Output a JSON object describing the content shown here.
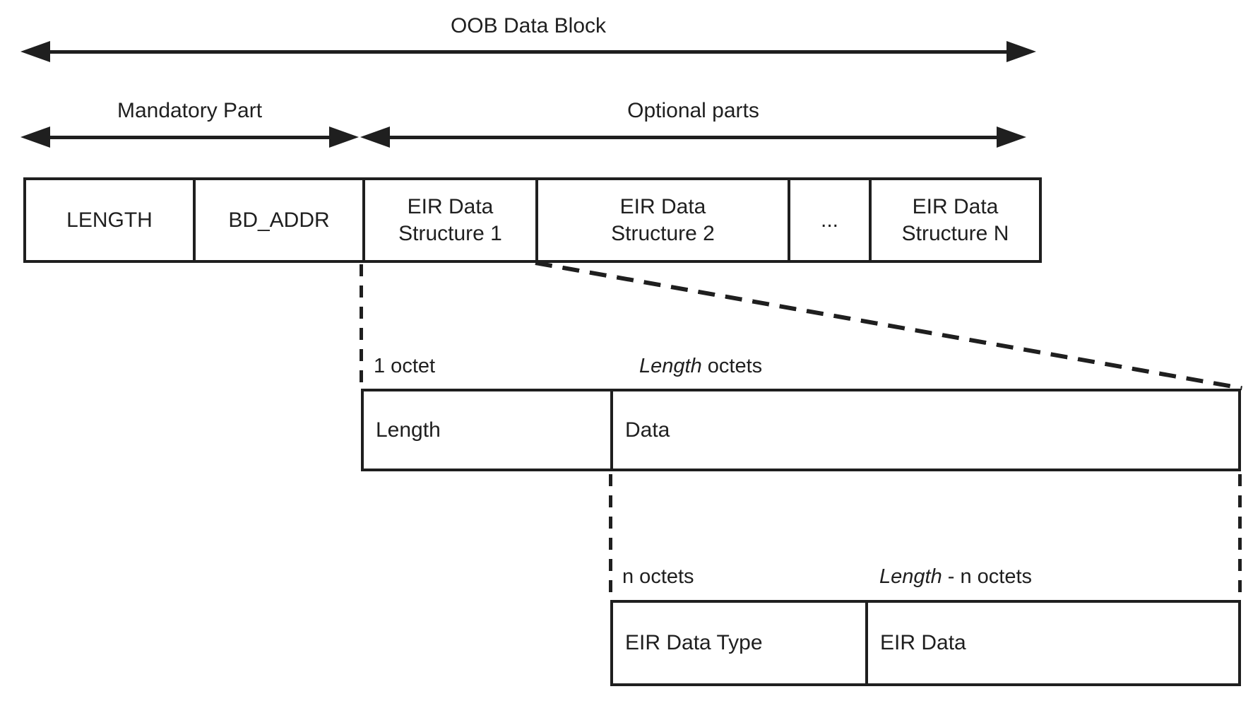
{
  "colors": {
    "ink": "#1f1f1f",
    "paper": "#ffffff"
  },
  "header": {
    "oob_label": "OOB Data Block",
    "mandatory_label": "Mandatory Part",
    "optional_label": "Optional parts"
  },
  "oob_table": {
    "cells": [
      {
        "line1": "LENGTH"
      },
      {
        "line1": "BD_ADDR"
      },
      {
        "line1": "EIR Data",
        "line2": "Structure 1"
      },
      {
        "line1": "EIR Data",
        "line2": "Structure 2"
      },
      {
        "line1": "..."
      },
      {
        "line1": "EIR Data",
        "line2": "Structure N"
      }
    ]
  },
  "eir_structure_table": {
    "left_size_label": "1 octet",
    "right_size_label_italic": "Length",
    "right_size_label_rest": " octets",
    "cells": [
      {
        "label": "Length"
      },
      {
        "label": "Data"
      }
    ]
  },
  "eir_data_table": {
    "left_size_label": "n octets",
    "right_size_label_italic": "Length",
    "right_size_label_rest": " - n octets",
    "cells": [
      {
        "label": "EIR Data Type"
      },
      {
        "label": "EIR Data"
      }
    ]
  }
}
